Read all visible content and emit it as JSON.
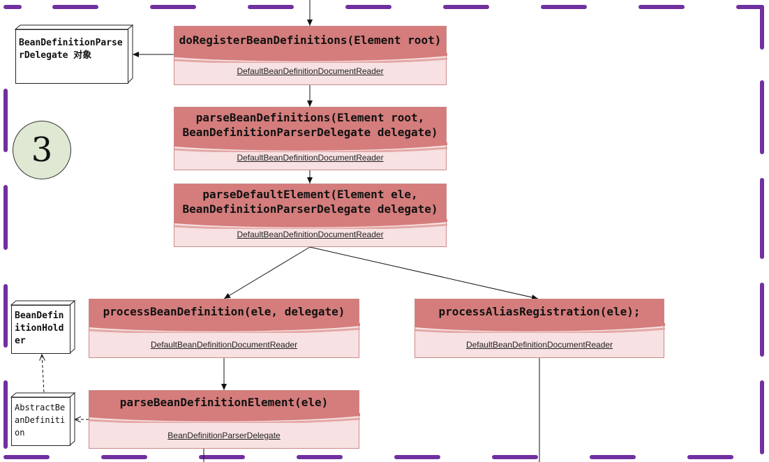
{
  "step_number": "3",
  "nodes": {
    "do_register": {
      "title": "doRegisterBeanDefinitions(Element root)",
      "class_name": "DefaultBeanDefinitionDocumentReader"
    },
    "parse_bean_definitions": {
      "title": "parseBeanDefinitions(Element root,\nBeanDefinitionParserDelegate delegate)",
      "class_name": "DefaultBeanDefinitionDocumentReader"
    },
    "parse_default_element": {
      "title": "parseDefaultElement(Element ele,\nBeanDefinitionParserDelegate delegate)",
      "class_name": "DefaultBeanDefinitionDocumentReader"
    },
    "process_bean_definition": {
      "title": "processBeanDefinition(ele, delegate)",
      "class_name": "DefaultBeanDefinitionDocumentReader"
    },
    "process_alias_registration": {
      "title": "processAliasRegistration(ele);",
      "class_name": "DefaultBeanDefinitionDocumentReader"
    },
    "parse_bean_definition_element": {
      "title": "parseBeanDefinitionElement(ele)",
      "class_name": "BeanDefinitionParserDelegate"
    }
  },
  "objects": {
    "delegate_object": {
      "text": "BeanDefinitionParserDelegate 对象"
    },
    "bean_definition_holder": {
      "text": "BeanDefinitionHolder"
    },
    "abstract_bean_definition": {
      "text": "AbstractBeanDefinition"
    }
  },
  "colors": {
    "frame": "#7030a0",
    "node_header": "#d47d7c",
    "node_body": "#f7e1e2",
    "circle_fill": "#dfe8d2"
  }
}
